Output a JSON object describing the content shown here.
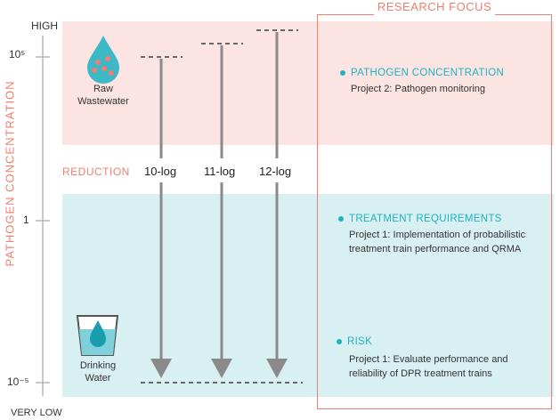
{
  "axis": {
    "title": "PATHOGEN CONCENTRATION",
    "top_label": "HIGH",
    "bottom_label": "VERY LOW",
    "ticks": [
      "10⁵",
      "1",
      "10⁻⁵"
    ]
  },
  "sources": {
    "raw": {
      "label_line1": "Raw",
      "label_line2": "Wastewater"
    },
    "drinking": {
      "label_line1": "Drinking",
      "label_line2": "Water"
    }
  },
  "reduction": {
    "label": "REDUCTION",
    "levels": [
      "10-log",
      "11-log",
      "12-log"
    ]
  },
  "research_focus": {
    "title": "RESEARCH FOCUS",
    "items": [
      {
        "topic": "PATHOGEN CONCENTRATION",
        "project": "Project 2: Pathogen monitoring",
        "project2": ""
      },
      {
        "topic": "TREATMENT REQUIREMENTS",
        "project": "Project 1: Implementation of probabilistic",
        "project2": "treatment train performance and QRMA"
      },
      {
        "topic": "RISK",
        "project": "Project 1: Evaluate performance and",
        "project2": "reliability of DPR treatment trains"
      }
    ]
  },
  "colors": {
    "accent_red": "#ef7f6e",
    "accent_teal": "#1fb2c0",
    "band_pink": "#fbe4e2",
    "band_blue": "#d9f0f3",
    "arrow_gray": "#8a8a8a"
  }
}
